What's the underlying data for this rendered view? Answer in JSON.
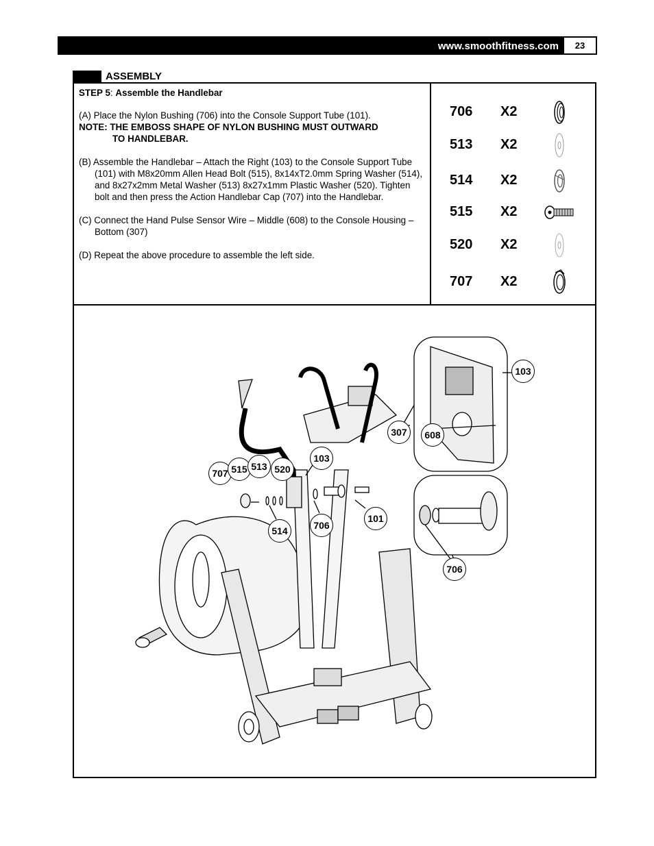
{
  "header": {
    "url": "www.smoothfitness.com",
    "page_number": "23"
  },
  "section": {
    "title": "ASSEMBLY"
  },
  "step": {
    "label": "STEP 5",
    "separator": ": ",
    "title": "Assemble the Handlebar"
  },
  "instructions": {
    "a": "(A) Place the Nylon Bushing (706) into the Console Support Tube (101).",
    "note_line1": "NOTE: THE EMBOSS SHAPE OF NYLON BUSHING MUST OUTWARD",
    "note_line2": "TO HANDLEBAR.",
    "b": "(B) Assemble the Handlebar – Attach the Right (103) to the Console Support Tube (101) with M8x20mm Allen Head Bolt (515), 8x14xT2.0mm Spring Washer (514), and 8x27x2mm Metal Washer (513) 8x27x1mm Plastic Washer (520). Tighten bolt and then press the Action Handlebar Cap (707) into the Handlebar.",
    "c": "(C) Connect the Hand Pulse Sensor Wire – Middle (608) to the Console Housing – Bottom (307)",
    "d": "(D) Repeat the above procedure to assemble the left side."
  },
  "parts": [
    {
      "number": "706",
      "qty": "X2",
      "icon": "nylon-bushing-icon"
    },
    {
      "number": "513",
      "qty": "X2",
      "icon": "metal-washer-icon"
    },
    {
      "number": "514",
      "qty": "X2",
      "icon": "spring-washer-icon"
    },
    {
      "number": "515",
      "qty": "X2",
      "icon": "allen-bolt-icon"
    },
    {
      "number": "520",
      "qty": "X2",
      "icon": "plastic-washer-icon"
    },
    {
      "number": "707",
      "qty": "X2",
      "icon": "handlebar-cap-icon"
    }
  ],
  "callouts": {
    "c707": "707",
    "c515": "515",
    "c513": "513",
    "c520": "520",
    "c103a": "103",
    "c514": "514",
    "c706a": "706",
    "c101": "101",
    "c307": "307",
    "c608": "608",
    "c103b": "103",
    "c706b": "706"
  }
}
